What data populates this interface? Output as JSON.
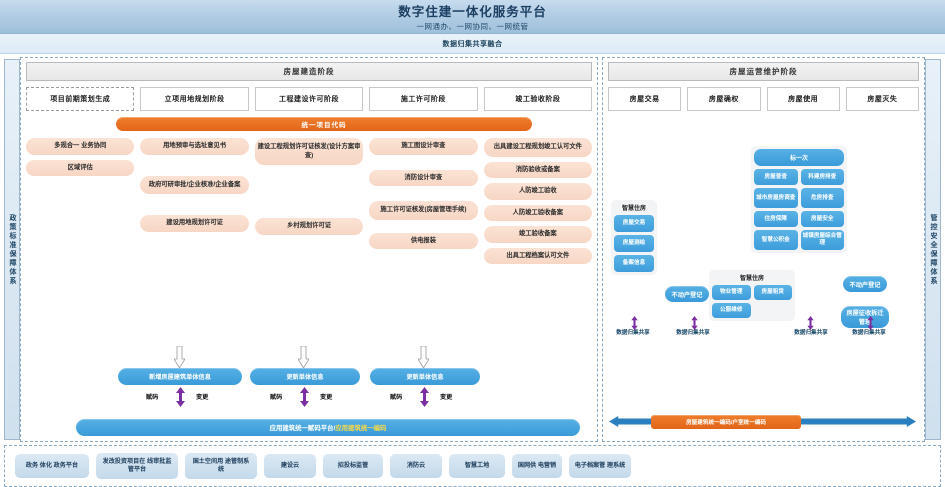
{
  "header": {
    "title": "数字住建一体化服务平台",
    "subtitle": "一网通办、一网协同、一网统管",
    "data_bar": "数据归集共享融合"
  },
  "side_labels": {
    "left": "政策标准保障体系",
    "right": "管控安全保障体系"
  },
  "left_panel": {
    "head": "房屋建造阶段",
    "stages": [
      "项目前期策划生成",
      "立项用地规划阶段",
      "工程建设许可阶段",
      "施工许可阶段",
      "竣工验收阶段"
    ],
    "unified_bar": "统一项目代码",
    "columns": [
      [
        "多规合一 业务协同",
        "区域评估"
      ],
      [
        "用地预审与选址意见书",
        "政府可研审批/企业核准/企业备案",
        "建设用地规划许可证"
      ],
      [
        "建设工程规划许可证核发(设计方案审查)",
        "乡村规划许可证"
      ],
      [
        "施工图设计审查",
        "消防设计审查",
        "施工许可证核发(房屋管理手续)",
        "供电报装"
      ],
      [
        "出具建设工程规划竣工认可文件",
        "消防验收或备案",
        "人防竣工验收",
        "人防竣工验收备案",
        "竣工验收备案",
        "出具工程档案认可文件"
      ]
    ],
    "flow_boxes": [
      "新增房屋建筑单体信息",
      "更新单体信息",
      "更新单体信息"
    ],
    "pair_labels": {
      "left": "赋码",
      "right": "变更"
    },
    "bottom_bar_prefix": "应用建筑统一赋码平台/",
    "bottom_bar_highlight": "应用建筑统一编码"
  },
  "right_panel": {
    "head": "房屋运营维护阶段",
    "stages": [
      "房屋交易",
      "房屋确权",
      "房屋使用",
      "房屋灭失"
    ],
    "group_housing_1": {
      "title": "智慧住房",
      "chips": [
        "房屋交易",
        "房屋测绘",
        "备案信息"
      ]
    },
    "group_unified": {
      "cap": "标一次",
      "chips": [
        "房屋普查",
        "科建房排查",
        "城市房屋房调查",
        "危房排查",
        "住房保障",
        "房屋安全",
        "智慧公积金",
        "城镇房屋综合管理"
      ]
    },
    "group_housing_2": {
      "title": "智慧住房",
      "chips": [
        "物业管理",
        "房屋租赁",
        "公服维修"
      ]
    },
    "standalone": [
      "不动产登记",
      "不动产登记",
      "房屋征收拆迁管理"
    ],
    "share_notes": [
      "数据归集共享",
      "数据归集共享",
      "数据归集共享",
      "数据归集共享"
    ],
    "share_bar_label": "房屋建筑统一编码/户室统一编码"
  },
  "footer": {
    "items": [
      "政务 体化\n政务平台",
      "发改投资项目在\n线审批监管平台",
      "国土空间用\n途管制系统",
      "建设云",
      "招投标监管",
      "消防云",
      "智慧工地",
      "国网供\n电营销",
      "电子档案管\n理系统"
    ]
  },
  "colors": {
    "accent_orange": "#e2651a",
    "accent_blue": "#3a9bd9",
    "pill_peach": "#f7d6c4",
    "arrow_purple": "#7b2fa0"
  }
}
